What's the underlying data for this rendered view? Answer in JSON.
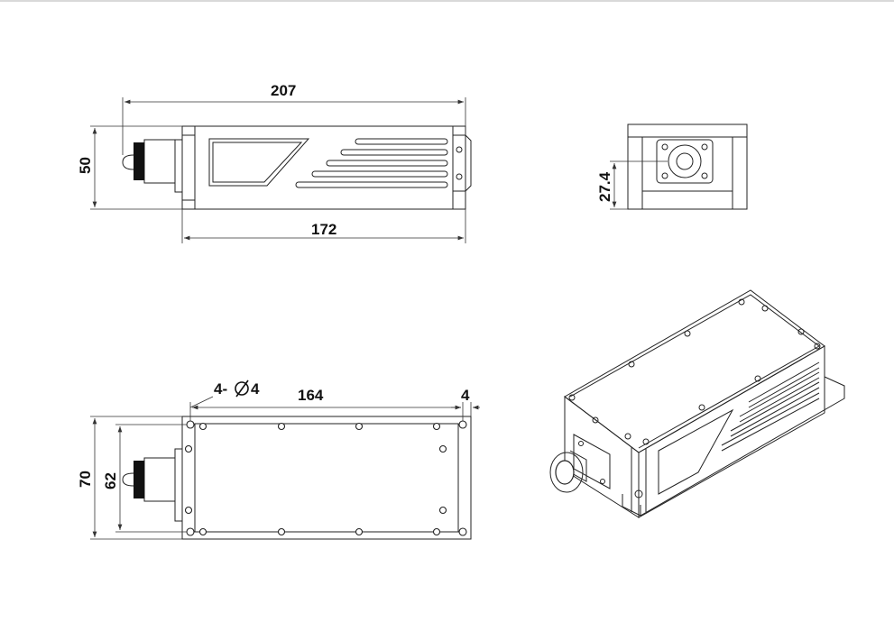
{
  "dimensions": {
    "overall_length": "207",
    "body_length": "172",
    "height": "50",
    "output_height": "27.4",
    "hole_spacing": "164",
    "mounting_holes": "4-",
    "hole_diameter": "4",
    "edge_offset": "4",
    "base_width": "70",
    "hole_width": "62"
  },
  "colors": {
    "line": "#222222",
    "background": "#ffffff"
  },
  "icons": {
    "diameter_symbol": "diameter-symbol-icon"
  }
}
